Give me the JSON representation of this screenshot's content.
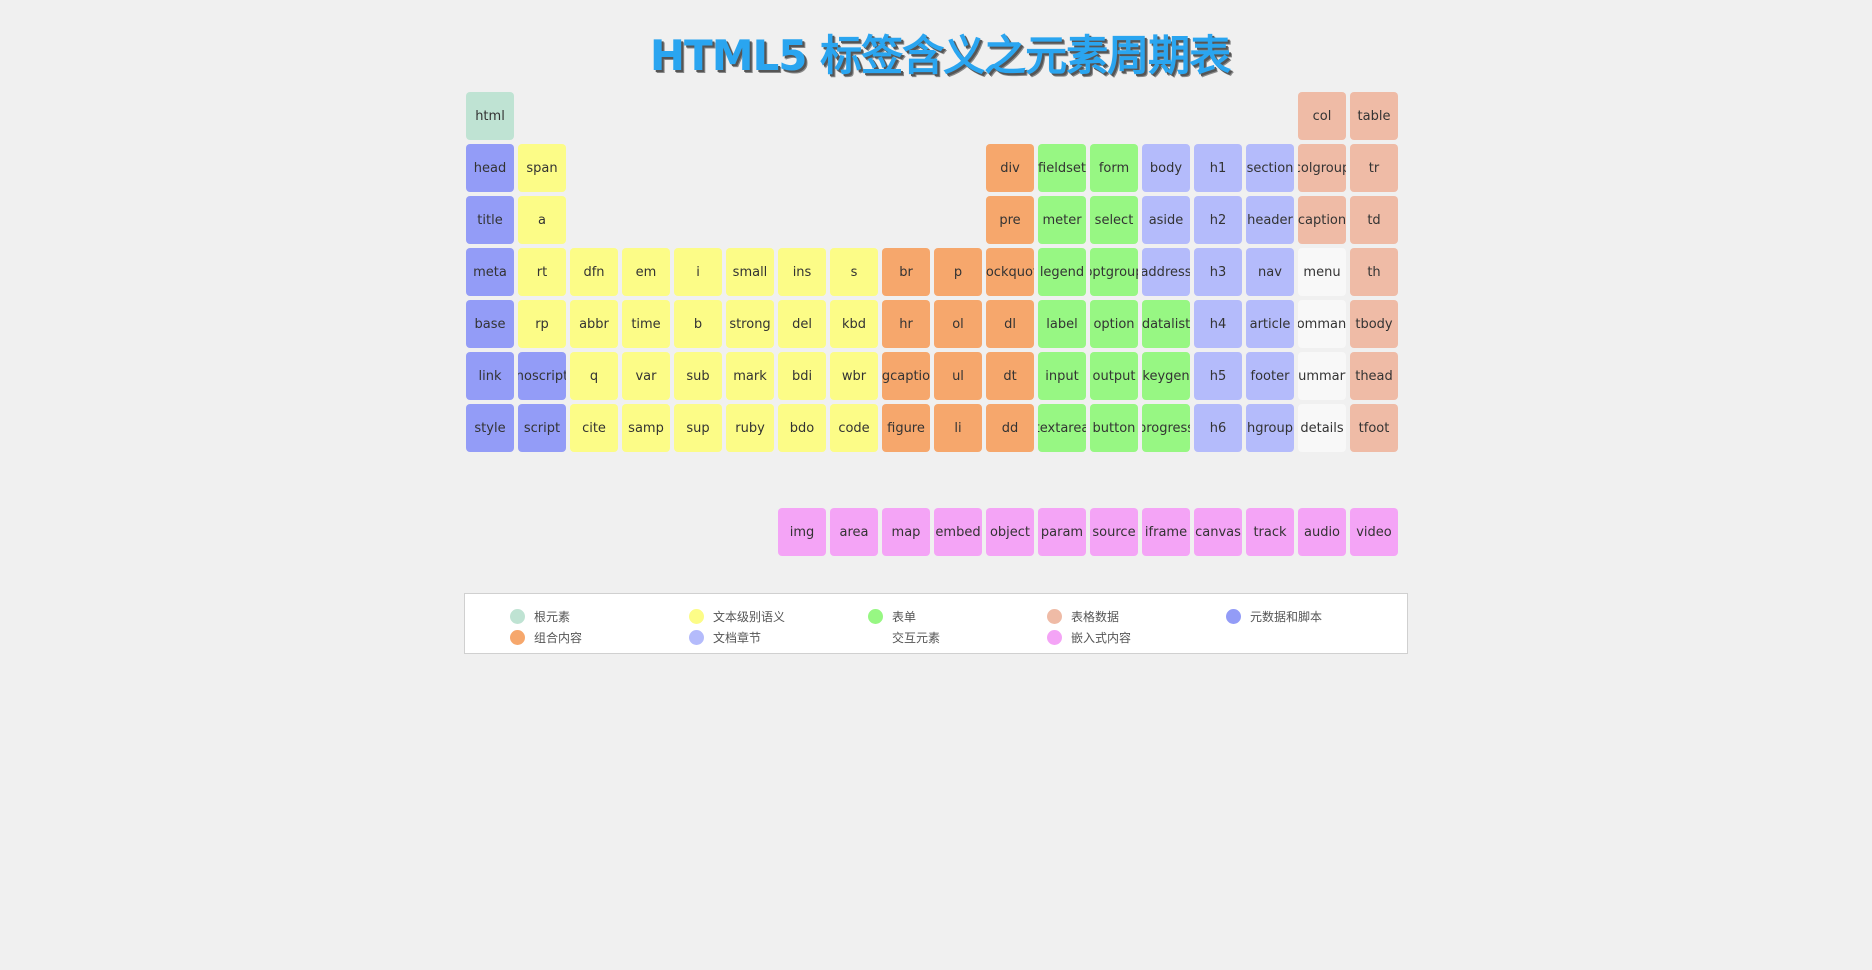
{
  "title": "HTML5 标签含义之元素周期表",
  "categories": {
    "root": {
      "label": "根元素",
      "color": "#bfe3d3"
    },
    "meta": {
      "label": "元数据和脚本",
      "color": "#939cf7"
    },
    "text": {
      "label": "文本级别语义",
      "color": "#fcfc87"
    },
    "group": {
      "label": "组合内容",
      "color": "#f6a76c"
    },
    "form": {
      "label": "表单",
      "color": "#97f783"
    },
    "section": {
      "label": "文档章节",
      "color": "#b4bbfb"
    },
    "interactive": {
      "label": "交互元素",
      "color": "#f8f8f8"
    },
    "table": {
      "label": "表格数据",
      "color": "#efbba6"
    },
    "embed": {
      "label": "嵌入式内容",
      "color": "#f4a4f6"
    }
  },
  "elements": [
    {
      "tag": "html",
      "col": 0,
      "row": 0,
      "cat": "root"
    },
    {
      "tag": "col",
      "col": 16,
      "row": 0,
      "cat": "table"
    },
    {
      "tag": "table",
      "col": 17,
      "row": 0,
      "cat": "table"
    },
    {
      "tag": "head",
      "col": 0,
      "row": 1,
      "cat": "meta"
    },
    {
      "tag": "span",
      "col": 1,
      "row": 1,
      "cat": "text"
    },
    {
      "tag": "div",
      "col": 10,
      "row": 1,
      "cat": "group"
    },
    {
      "tag": "fieldset",
      "col": 11,
      "row": 1,
      "cat": "form"
    },
    {
      "tag": "form",
      "col": 12,
      "row": 1,
      "cat": "form"
    },
    {
      "tag": "body",
      "col": 13,
      "row": 1,
      "cat": "section"
    },
    {
      "tag": "h1",
      "col": 14,
      "row": 1,
      "cat": "section"
    },
    {
      "tag": "section",
      "col": 15,
      "row": 1,
      "cat": "section"
    },
    {
      "tag": "colgroup",
      "col": 16,
      "row": 1,
      "cat": "table"
    },
    {
      "tag": "tr",
      "col": 17,
      "row": 1,
      "cat": "table"
    },
    {
      "tag": "title",
      "col": 0,
      "row": 2,
      "cat": "meta"
    },
    {
      "tag": "a",
      "col": 1,
      "row": 2,
      "cat": "text"
    },
    {
      "tag": "pre",
      "col": 10,
      "row": 2,
      "cat": "group"
    },
    {
      "tag": "meter",
      "col": 11,
      "row": 2,
      "cat": "form"
    },
    {
      "tag": "select",
      "col": 12,
      "row": 2,
      "cat": "form"
    },
    {
      "tag": "aside",
      "col": 13,
      "row": 2,
      "cat": "section"
    },
    {
      "tag": "h2",
      "col": 14,
      "row": 2,
      "cat": "section"
    },
    {
      "tag": "header",
      "col": 15,
      "row": 2,
      "cat": "section"
    },
    {
      "tag": "caption",
      "col": 16,
      "row": 2,
      "cat": "table"
    },
    {
      "tag": "td",
      "col": 17,
      "row": 2,
      "cat": "table"
    },
    {
      "tag": "meta",
      "col": 0,
      "row": 3,
      "cat": "meta"
    },
    {
      "tag": "rt",
      "col": 1,
      "row": 3,
      "cat": "text"
    },
    {
      "tag": "dfn",
      "col": 2,
      "row": 3,
      "cat": "text"
    },
    {
      "tag": "em",
      "col": 3,
      "row": 3,
      "cat": "text"
    },
    {
      "tag": "i",
      "col": 4,
      "row": 3,
      "cat": "text"
    },
    {
      "tag": "small",
      "col": 5,
      "row": 3,
      "cat": "text"
    },
    {
      "tag": "ins",
      "col": 6,
      "row": 3,
      "cat": "text"
    },
    {
      "tag": "s",
      "col": 7,
      "row": 3,
      "cat": "text"
    },
    {
      "tag": "br",
      "col": 8,
      "row": 3,
      "cat": "group"
    },
    {
      "tag": "p",
      "col": 9,
      "row": 3,
      "cat": "group"
    },
    {
      "tag": "blockquote",
      "col": 10,
      "row": 3,
      "cat": "group"
    },
    {
      "tag": "legend",
      "col": 11,
      "row": 3,
      "cat": "form"
    },
    {
      "tag": "optgroup",
      "col": 12,
      "row": 3,
      "cat": "form"
    },
    {
      "tag": "address",
      "col": 13,
      "row": 3,
      "cat": "section"
    },
    {
      "tag": "h3",
      "col": 14,
      "row": 3,
      "cat": "section"
    },
    {
      "tag": "nav",
      "col": 15,
      "row": 3,
      "cat": "section"
    },
    {
      "tag": "menu",
      "col": 16,
      "row": 3,
      "cat": "interactive"
    },
    {
      "tag": "th",
      "col": 17,
      "row": 3,
      "cat": "table"
    },
    {
      "tag": "base",
      "col": 0,
      "row": 4,
      "cat": "meta"
    },
    {
      "tag": "rp",
      "col": 1,
      "row": 4,
      "cat": "text"
    },
    {
      "tag": "abbr",
      "col": 2,
      "row": 4,
      "cat": "text"
    },
    {
      "tag": "time",
      "col": 3,
      "row": 4,
      "cat": "text"
    },
    {
      "tag": "b",
      "col": 4,
      "row": 4,
      "cat": "text"
    },
    {
      "tag": "strong",
      "col": 5,
      "row": 4,
      "cat": "text"
    },
    {
      "tag": "del",
      "col": 6,
      "row": 4,
      "cat": "text"
    },
    {
      "tag": "kbd",
      "col": 7,
      "row": 4,
      "cat": "text"
    },
    {
      "tag": "hr",
      "col": 8,
      "row": 4,
      "cat": "group"
    },
    {
      "tag": "ol",
      "col": 9,
      "row": 4,
      "cat": "group"
    },
    {
      "tag": "dl",
      "col": 10,
      "row": 4,
      "cat": "group"
    },
    {
      "tag": "label",
      "col": 11,
      "row": 4,
      "cat": "form"
    },
    {
      "tag": "option",
      "col": 12,
      "row": 4,
      "cat": "form"
    },
    {
      "tag": "datalist",
      "col": 13,
      "row": 4,
      "cat": "form"
    },
    {
      "tag": "h4",
      "col": 14,
      "row": 4,
      "cat": "section"
    },
    {
      "tag": "article",
      "col": 15,
      "row": 4,
      "cat": "section"
    },
    {
      "tag": "command",
      "col": 16,
      "row": 4,
      "cat": "interactive"
    },
    {
      "tag": "tbody",
      "col": 17,
      "row": 4,
      "cat": "table"
    },
    {
      "tag": "link",
      "col": 0,
      "row": 5,
      "cat": "meta"
    },
    {
      "tag": "noscript",
      "col": 1,
      "row": 5,
      "cat": "meta"
    },
    {
      "tag": "q",
      "col": 2,
      "row": 5,
      "cat": "text"
    },
    {
      "tag": "var",
      "col": 3,
      "row": 5,
      "cat": "text"
    },
    {
      "tag": "sub",
      "col": 4,
      "row": 5,
      "cat": "text"
    },
    {
      "tag": "mark",
      "col": 5,
      "row": 5,
      "cat": "text"
    },
    {
      "tag": "bdi",
      "col": 6,
      "row": 5,
      "cat": "text"
    },
    {
      "tag": "wbr",
      "col": 7,
      "row": 5,
      "cat": "text"
    },
    {
      "tag": "figcaption",
      "col": 8,
      "row": 5,
      "cat": "group"
    },
    {
      "tag": "ul",
      "col": 9,
      "row": 5,
      "cat": "group"
    },
    {
      "tag": "dt",
      "col": 10,
      "row": 5,
      "cat": "group"
    },
    {
      "tag": "input",
      "col": 11,
      "row": 5,
      "cat": "form"
    },
    {
      "tag": "output",
      "col": 12,
      "row": 5,
      "cat": "form"
    },
    {
      "tag": "keygen",
      "col": 13,
      "row": 5,
      "cat": "form"
    },
    {
      "tag": "h5",
      "col": 14,
      "row": 5,
      "cat": "section"
    },
    {
      "tag": "footer",
      "col": 15,
      "row": 5,
      "cat": "section"
    },
    {
      "tag": "summary",
      "col": 16,
      "row": 5,
      "cat": "interactive"
    },
    {
      "tag": "thead",
      "col": 17,
      "row": 5,
      "cat": "table"
    },
    {
      "tag": "style",
      "col": 0,
      "row": 6,
      "cat": "meta"
    },
    {
      "tag": "script",
      "col": 1,
      "row": 6,
      "cat": "meta"
    },
    {
      "tag": "cite",
      "col": 2,
      "row": 6,
      "cat": "text"
    },
    {
      "tag": "samp",
      "col": 3,
      "row": 6,
      "cat": "text"
    },
    {
      "tag": "sup",
      "col": 4,
      "row": 6,
      "cat": "text"
    },
    {
      "tag": "ruby",
      "col": 5,
      "row": 6,
      "cat": "text"
    },
    {
      "tag": "bdo",
      "col": 6,
      "row": 6,
      "cat": "text"
    },
    {
      "tag": "code",
      "col": 7,
      "row": 6,
      "cat": "text"
    },
    {
      "tag": "figure",
      "col": 8,
      "row": 6,
      "cat": "group"
    },
    {
      "tag": "li",
      "col": 9,
      "row": 6,
      "cat": "group"
    },
    {
      "tag": "dd",
      "col": 10,
      "row": 6,
      "cat": "group"
    },
    {
      "tag": "textarea",
      "col": 11,
      "row": 6,
      "cat": "form"
    },
    {
      "tag": "button",
      "col": 12,
      "row": 6,
      "cat": "form"
    },
    {
      "tag": "progress",
      "col": 13,
      "row": 6,
      "cat": "form"
    },
    {
      "tag": "h6",
      "col": 14,
      "row": 6,
      "cat": "section"
    },
    {
      "tag": "hgroup",
      "col": 15,
      "row": 6,
      "cat": "section"
    },
    {
      "tag": "details",
      "col": 16,
      "row": 6,
      "cat": "interactive"
    },
    {
      "tag": "tfoot",
      "col": 17,
      "row": 6,
      "cat": "table"
    },
    {
      "tag": "img",
      "col": 6,
      "row": 8,
      "cat": "embed"
    },
    {
      "tag": "area",
      "col": 7,
      "row": 8,
      "cat": "embed"
    },
    {
      "tag": "map",
      "col": 8,
      "row": 8,
      "cat": "embed"
    },
    {
      "tag": "embed",
      "col": 9,
      "row": 8,
      "cat": "embed"
    },
    {
      "tag": "object",
      "col": 10,
      "row": 8,
      "cat": "embed"
    },
    {
      "tag": "param",
      "col": 11,
      "row": 8,
      "cat": "embed"
    },
    {
      "tag": "source",
      "col": 12,
      "row": 8,
      "cat": "embed"
    },
    {
      "tag": "iframe",
      "col": 13,
      "row": 8,
      "cat": "embed"
    },
    {
      "tag": "canvas",
      "col": 14,
      "row": 8,
      "cat": "embed"
    },
    {
      "tag": "track",
      "col": 15,
      "row": 8,
      "cat": "embed"
    },
    {
      "tag": "audio",
      "col": 16,
      "row": 8,
      "cat": "embed"
    },
    {
      "tag": "video",
      "col": 17,
      "row": 8,
      "cat": "embed"
    }
  ],
  "legend": [
    {
      "label": "根元素",
      "cat": "root"
    },
    {
      "label": "文本级别语义",
      "cat": "text"
    },
    {
      "label": "表单",
      "cat": "form"
    },
    {
      "label": "表格数据",
      "cat": "table"
    },
    {
      "label": "元数据和脚本",
      "cat": "meta"
    },
    {
      "label": "组合内容",
      "cat": "group"
    },
    {
      "label": "文档章节",
      "cat": "section"
    },
    {
      "label": "交互元素",
      "cat": "interactive"
    },
    {
      "label": "嵌入式内容",
      "cat": "embed"
    }
  ]
}
